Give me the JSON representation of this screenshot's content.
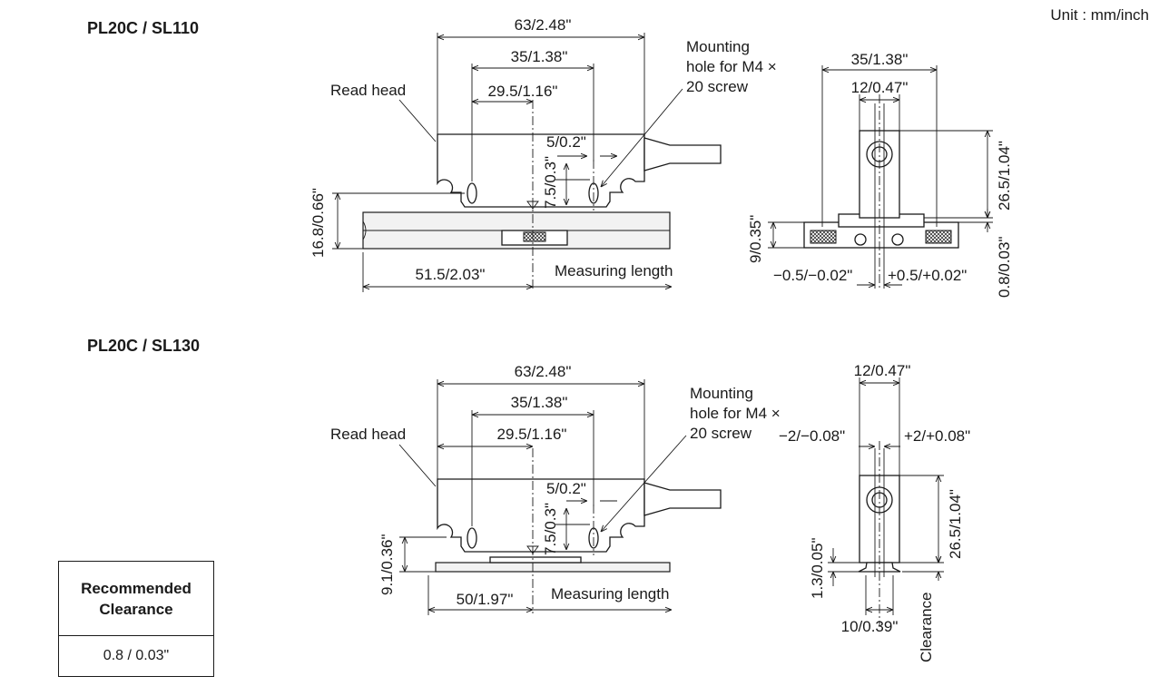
{
  "unit": "Unit : mm/inch",
  "sections": [
    {
      "title": "PL20C / SL110",
      "labels": {
        "read_head": "Read head",
        "mounting_1": "Mounting",
        "mounting_2": "hole for M4 ×",
        "mounting_3": "20 screw",
        "measuring_length": "Measuring length"
      },
      "dims": {
        "d63": "63/2.48\"",
        "d35": "35/1.38\"",
        "d29_5": "29.5/1.16\"",
        "d5": "5/0.2\"",
        "d7_5": "7.5/0.3\"",
        "d16_8": "16.8/0.66\"",
        "d51_5": "51.5/2.03\"",
        "side_35": "35/1.38\"",
        "side_12": "12/0.47\"",
        "side_26_5": "26.5/1.04\"",
        "side_9": "9/0.35\"",
        "side_0_8": "0.8/0.03\"",
        "tol_neg": "−0.5/−0.02\"",
        "tol_pos": "+0.5/+0.02\""
      }
    },
    {
      "title": "PL20C / SL130",
      "labels": {
        "read_head": "Read head",
        "mounting_1": "Mounting",
        "mounting_2": "hole for M4 ×",
        "mounting_3": "20 screw",
        "measuring_length": "Measuring length",
        "clearance": "Clearance"
      },
      "dims": {
        "d63": "63/2.48\"",
        "d35": "35/1.38\"",
        "d29_5": "29.5/1.16\"",
        "d5": "5/0.2\"",
        "d7_5": "7.5/0.3\"",
        "d9_1": "9.1/0.36\"",
        "d50": "50/1.97\"",
        "side_12": "12/0.47\"",
        "tol_neg": "−2/−0.08\"",
        "tol_pos": "+2/+0.08\"",
        "side_26_5": "26.5/1.04\"",
        "side_1_3": "1.3/0.05\"",
        "side_10": "10/0.39\""
      }
    }
  ],
  "clearance_table": {
    "header_1": "Recommended",
    "header_2": "Clearance",
    "value": "0.8 / 0.03\""
  }
}
